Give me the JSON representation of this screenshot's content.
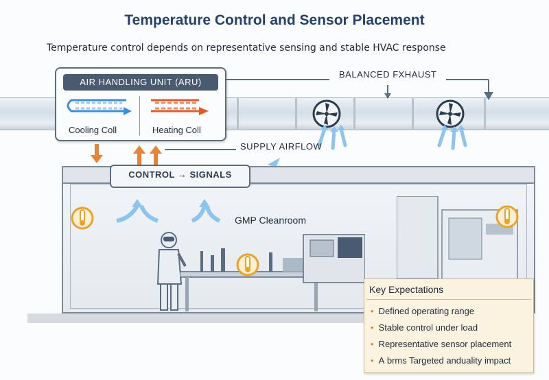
{
  "title": "Temperature Control and Sensor Placement",
  "subtitle": "Temperature control depends on representative sensing and stable HVAC response",
  "ahu": {
    "label": "AIR HANDLING UNIT (ARU)",
    "cooling_label": "Cooling Coll",
    "heating_label": "Heating Coll"
  },
  "exhaust_label": "BALANCED FXHAUST",
  "supply_label": "SUPPLY AIRFLOW",
  "signals_label": "CONTROL → SIGNALS",
  "room_label": "GMP Cleanroom",
  "key": {
    "title": "Key Expectations",
    "items": [
      "Defined operating range",
      "Stable control under load",
      "Representative sensor placement",
      "A brms Targeted anduality impact"
    ]
  },
  "colors": {
    "title": "#25406b",
    "cooling": "#3b8fd9",
    "heating": "#e5582a",
    "sensor": "#e8a32a",
    "airflow": "#8cc4ee",
    "arrow_orange": "#e8843a",
    "key_background": "#fbf3df"
  },
  "icons": [
    "cooling-coil-icon",
    "heating-coil-icon",
    "fan-icon",
    "temperature-sensor-icon",
    "airflow-arrow-icon",
    "technician-icon"
  ]
}
